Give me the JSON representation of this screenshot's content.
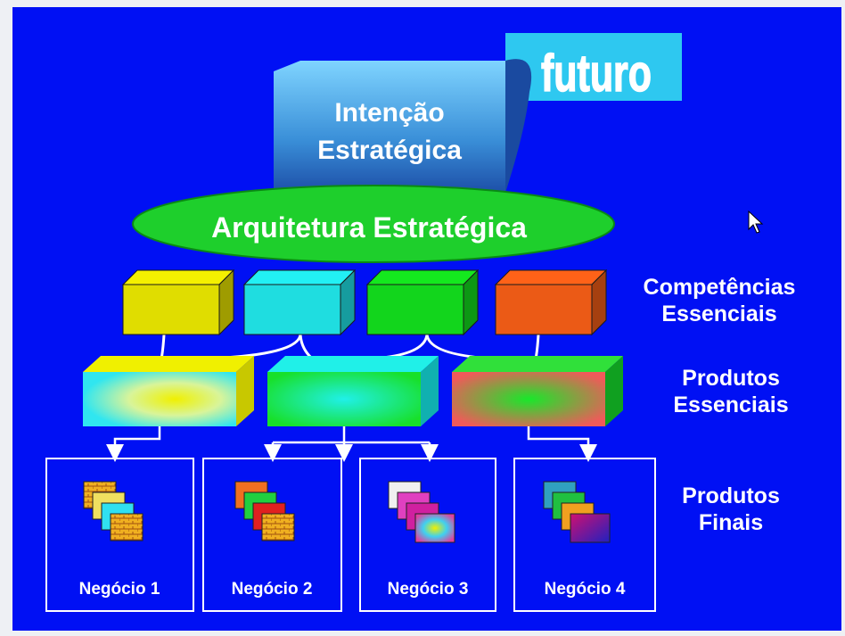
{
  "future_label": "futuro",
  "intention": {
    "line1": "Intenção",
    "line2": "Estratégica"
  },
  "architecture": "Arquitetura Estratégica",
  "levels": {
    "core_competencies": {
      "line1": "Competências",
      "line2": "Essenciais"
    },
    "core_products": {
      "line1": "Produtos",
      "line2": "Essenciais"
    },
    "end_products": {
      "line1": "Produtos",
      "line2": "Finais"
    }
  },
  "competency_colors": [
    "#f4f000",
    "#22f0f4",
    "#14e81e",
    "#ff6218"
  ],
  "businesses": [
    "Negócio 1",
    "Negócio 2",
    "Negócio 3",
    "Negócio 4"
  ],
  "colors": {
    "background": "#0010f4",
    "ellipse": "#1ecf2c",
    "future_box": "#2ec8f0",
    "future_text": "#c2103a"
  }
}
